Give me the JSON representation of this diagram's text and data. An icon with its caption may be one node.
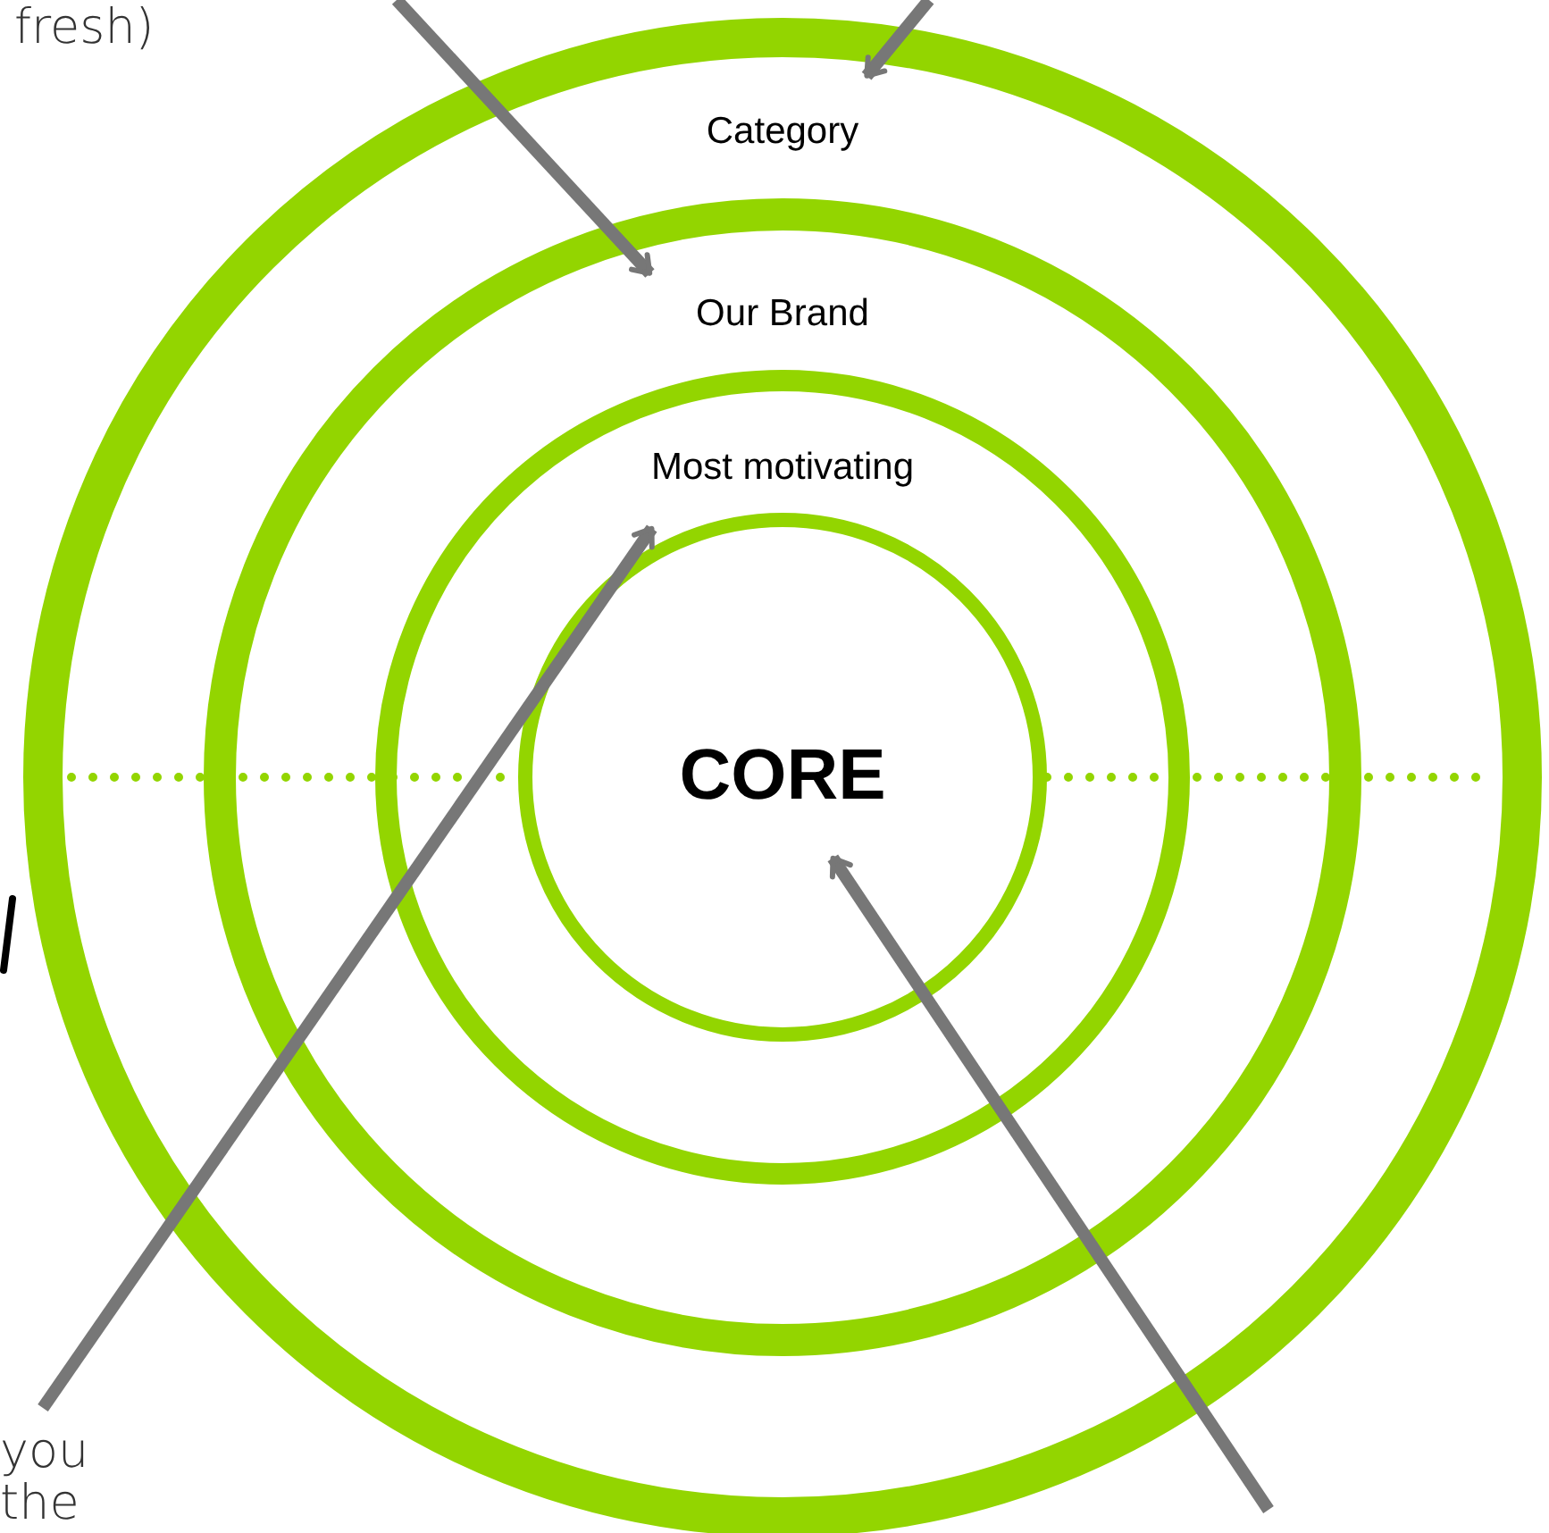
{
  "diagram": {
    "nodes": [
      {
        "text": [
          "Category"
        ]
      },
      {
        "text": [
          "Our Brand"
        ],
        "in": 0
      },
      {
        "text": [
          "Most motivating"
        ],
        "in": 1
      },
      {
        "text": [
          "CORE"
        ],
        "in": 2
      }
    ],
    "edges": [
      {
        "from": null,
        "to": 0,
        "arrow": "to"
      },
      {
        "from": null,
        "to": 1,
        "arrow": "to"
      },
      {
        "from": null,
        "to": 2,
        "arrow": "to"
      },
      {
        "from": null,
        "to": 3,
        "arrow": "to"
      }
    ],
    "labels": [
      "fresh)",
      "you",
      "the"
    ]
  }
}
